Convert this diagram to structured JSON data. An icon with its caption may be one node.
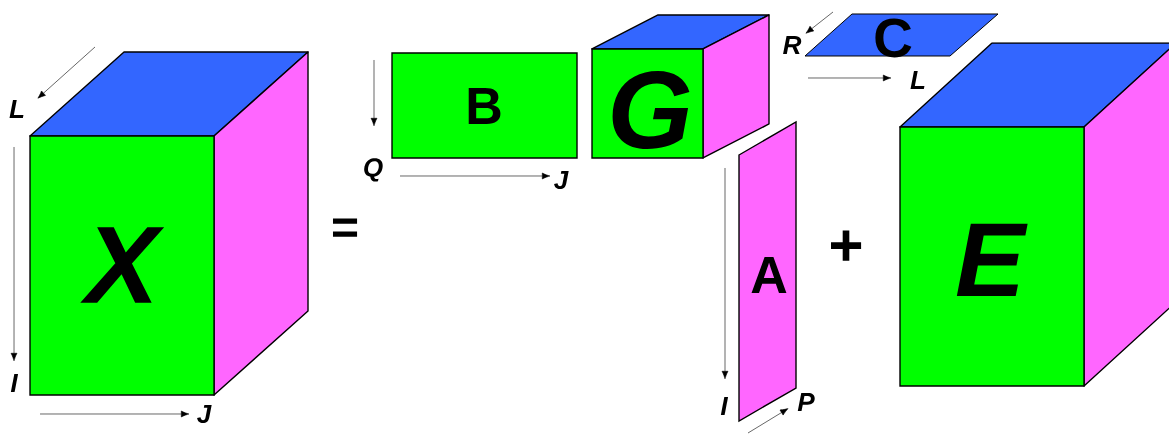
{
  "diagram": {
    "nodes": [
      {
        "text": [
          "X"
        ]
      },
      {
        "text": [
          "B"
        ]
      },
      {
        "text": [
          "G"
        ]
      },
      {
        "text": [
          "C"
        ]
      },
      {
        "text": [
          "A"
        ]
      },
      {
        "text": [
          "E"
        ]
      }
    ],
    "labels": [
      "L",
      "I",
      "J",
      "=",
      "Q",
      "J",
      "R",
      "L",
      "+",
      "I",
      "P"
    ]
  }
}
